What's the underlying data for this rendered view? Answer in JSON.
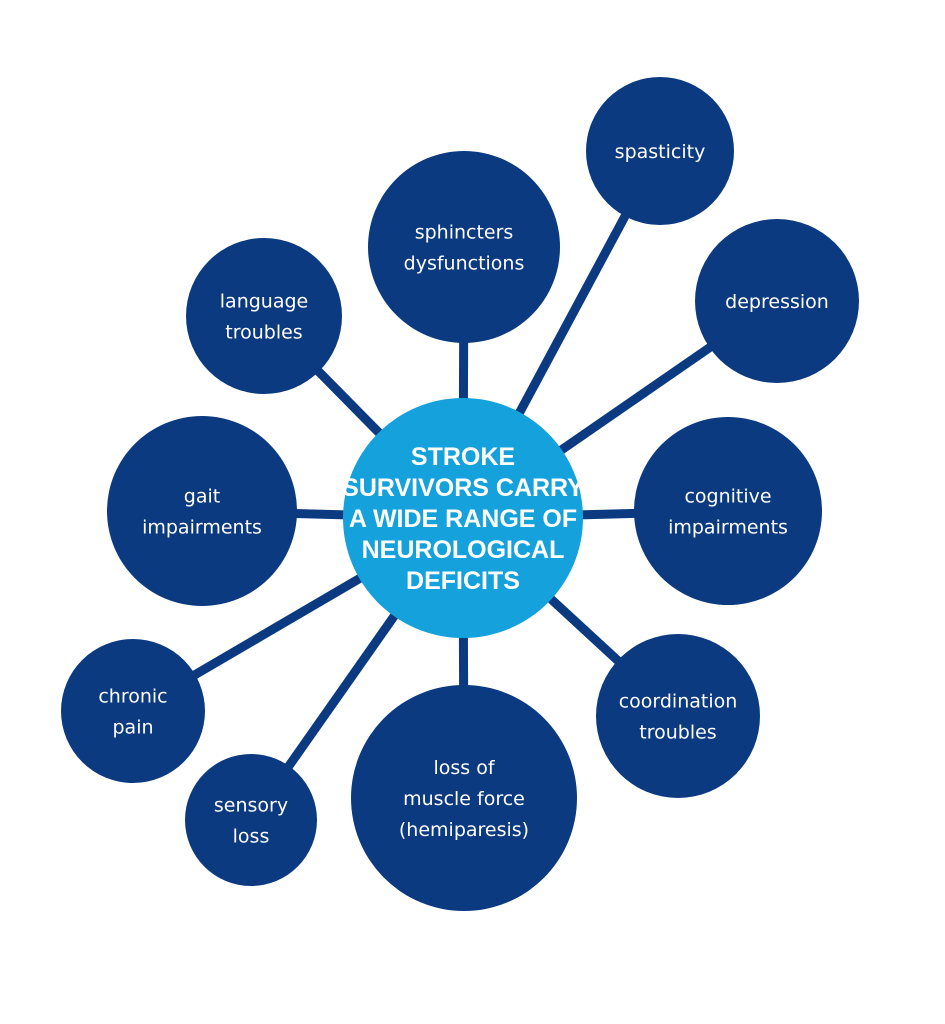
{
  "title": "Stroke survivors carry a wide range of neurological deficits",
  "colors": {
    "node": "#0b3a80",
    "center": "#15a2dc",
    "connector": "#0b3a80",
    "text": "#ffffff",
    "background": "#ffffff"
  },
  "center": {
    "lines": [
      "STROKE",
      "SURVIVORS CARRY",
      "A WIDE RANGE OF",
      "NEUROLOGICAL",
      "DEFICITS"
    ]
  },
  "nodes": [
    {
      "id": "spasticity",
      "lines": [
        "spasticity"
      ]
    },
    {
      "id": "sphincters-dysfunctions",
      "lines": [
        "sphincters",
        "dysfunctions"
      ]
    },
    {
      "id": "language-troubles",
      "lines": [
        "language",
        "troubles"
      ]
    },
    {
      "id": "depression",
      "lines": [
        "depression"
      ]
    },
    {
      "id": "gait-impairments",
      "lines": [
        "gait",
        "impairments"
      ]
    },
    {
      "id": "cognitive-impairments",
      "lines": [
        "cognitive",
        "impairments"
      ]
    },
    {
      "id": "chronic-pain",
      "lines": [
        "chronic",
        "pain"
      ]
    },
    {
      "id": "coordination-troubles",
      "lines": [
        "coordination",
        "troubles"
      ]
    },
    {
      "id": "sensory-loss",
      "lines": [
        "sensory",
        "loss"
      ]
    },
    {
      "id": "loss-of-muscle-force",
      "lines": [
        "loss of",
        "muscle force",
        "(hemiparesis)"
      ]
    }
  ]
}
